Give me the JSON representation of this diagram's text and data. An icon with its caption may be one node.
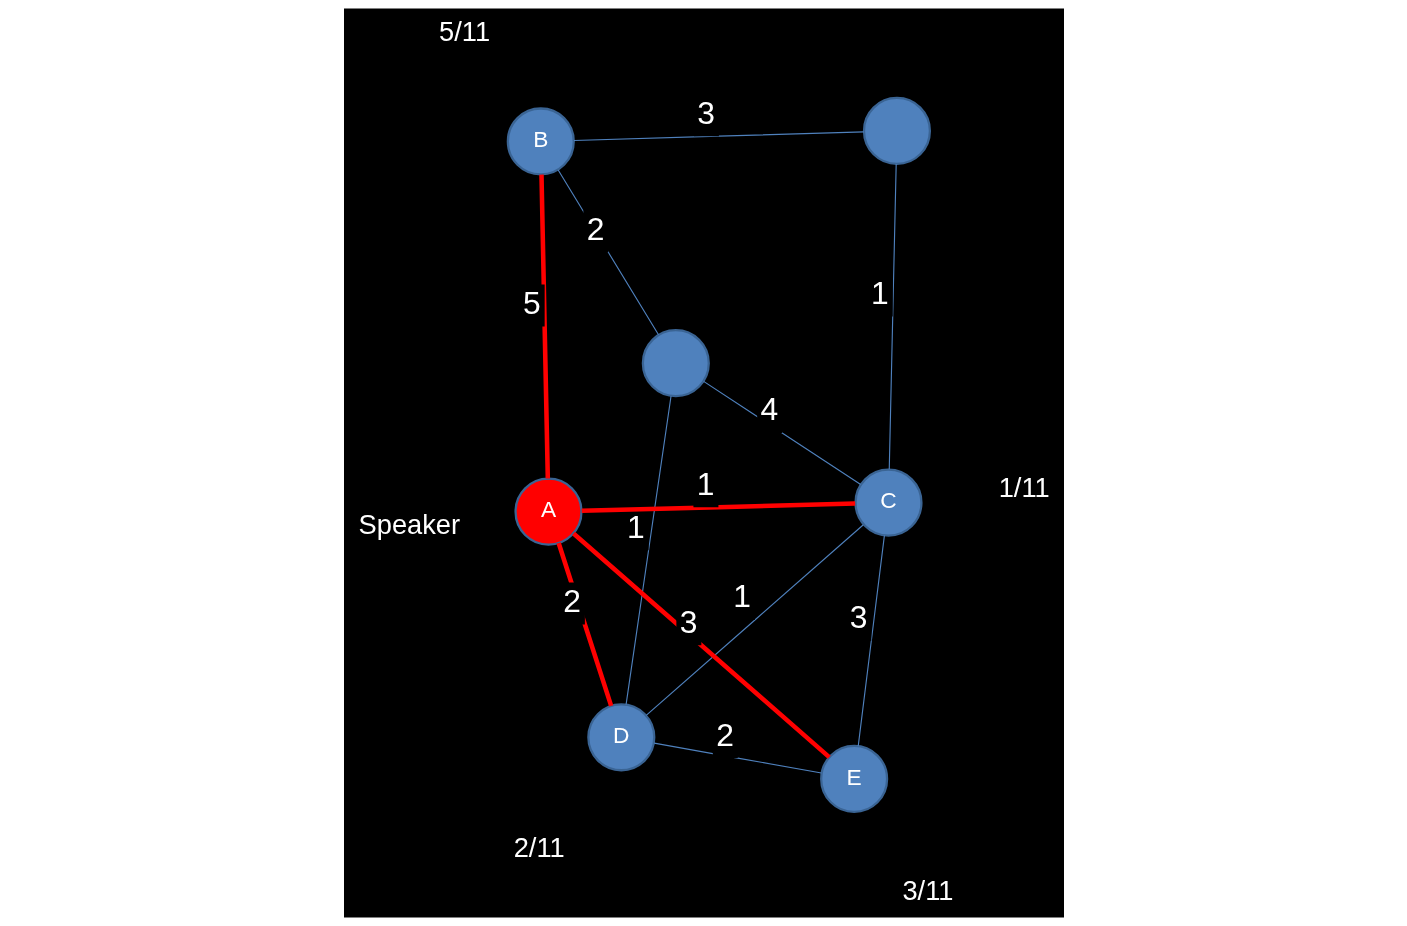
{
  "diagram": {
    "nodes": [
      {
        "text": [],
        "shape": "circle"
      },
      {
        "text": [
          "C"
        ],
        "beside": [
          "1/11"
        ]
      },
      {
        "text": [
          "B"
        ],
        "beside": [
          "5/11"
        ]
      },
      {
        "text": [],
        "shape": "circle"
      },
      {
        "text": [
          "D"
        ],
        "beside": [
          "2/11"
        ]
      },
      {
        "text": [
          "E"
        ],
        "beside": [
          "3/11"
        ]
      },
      {
        "text": [
          "A"
        ],
        "beside": [
          "Speaker"
        ]
      }
    ],
    "edges": [
      {
        "from": 0,
        "to": 1,
        "arrow": "none",
        "label": "1"
      },
      {
        "from": 0,
        "to": 2,
        "arrow": "none",
        "label": "3"
      },
      {
        "from": 1,
        "to": 3,
        "arrow": "none",
        "label": "4"
      },
      {
        "from": 1,
        "to": 4,
        "arrow": "none",
        "label": "1"
      },
      {
        "from": 1,
        "to": 5,
        "arrow": "none",
        "label": "3"
      },
      {
        "from": 2,
        "to": 3,
        "arrow": "none",
        "label": "2"
      },
      {
        "from": 3,
        "to": 4,
        "arrow": "none",
        "label": "1"
      },
      {
        "from": 4,
        "to": 5,
        "arrow": "none",
        "label": "2"
      },
      {
        "from": 2,
        "to": 6,
        "arrow": "none",
        "label": "5",
        "style": "thick",
        "color": "#ff0000"
      },
      {
        "from": 6,
        "to": 1,
        "arrow": "none",
        "label": "1",
        "style": "thick",
        "color": "#ff0000"
      },
      {
        "from": 6,
        "to": 4,
        "arrow": "none",
        "label": "2",
        "style": "thick",
        "color": "#ff0000"
      },
      {
        "from": 6,
        "to": 5,
        "arrow": "none",
        "label": "3",
        "style": "thick",
        "color": "#ff0000"
      }
    ]
  }
}
